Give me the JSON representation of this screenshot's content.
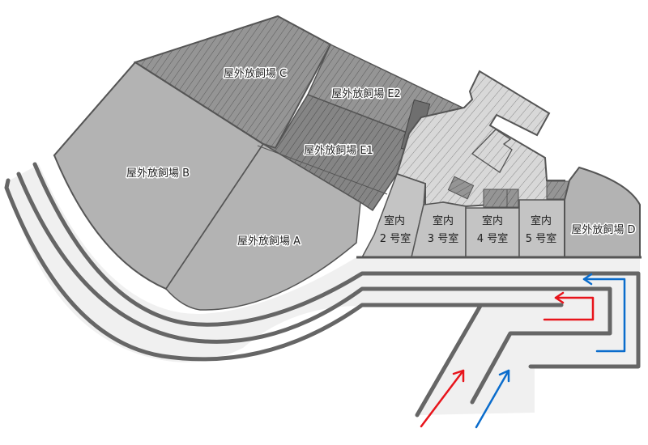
{
  "enclosures": {
    "a": "屋外放飼場 A",
    "b": "屋外放飼場 B",
    "c": "屋外放飼場 C",
    "d": "屋外放飼場 D",
    "e1": "屋外放飼場 E1",
    "e2": "屋外放飼場 E2"
  },
  "rooms": [
    {
      "line1": "室内",
      "line2": "2 号室"
    },
    {
      "line1": "室内",
      "line2": "3 号室"
    },
    {
      "line1": "室内",
      "line2": "4 号室"
    },
    {
      "line1": "室内",
      "line2": "5 号室"
    }
  ],
  "colors": {
    "route_red": "#e8141b",
    "route_blue": "#0a6ccc",
    "outline": "#555555",
    "outdoor_fill": "#b3b3b3",
    "hatched_fill": "#8f8f8f",
    "path_fill": "#f0f0f0"
  }
}
